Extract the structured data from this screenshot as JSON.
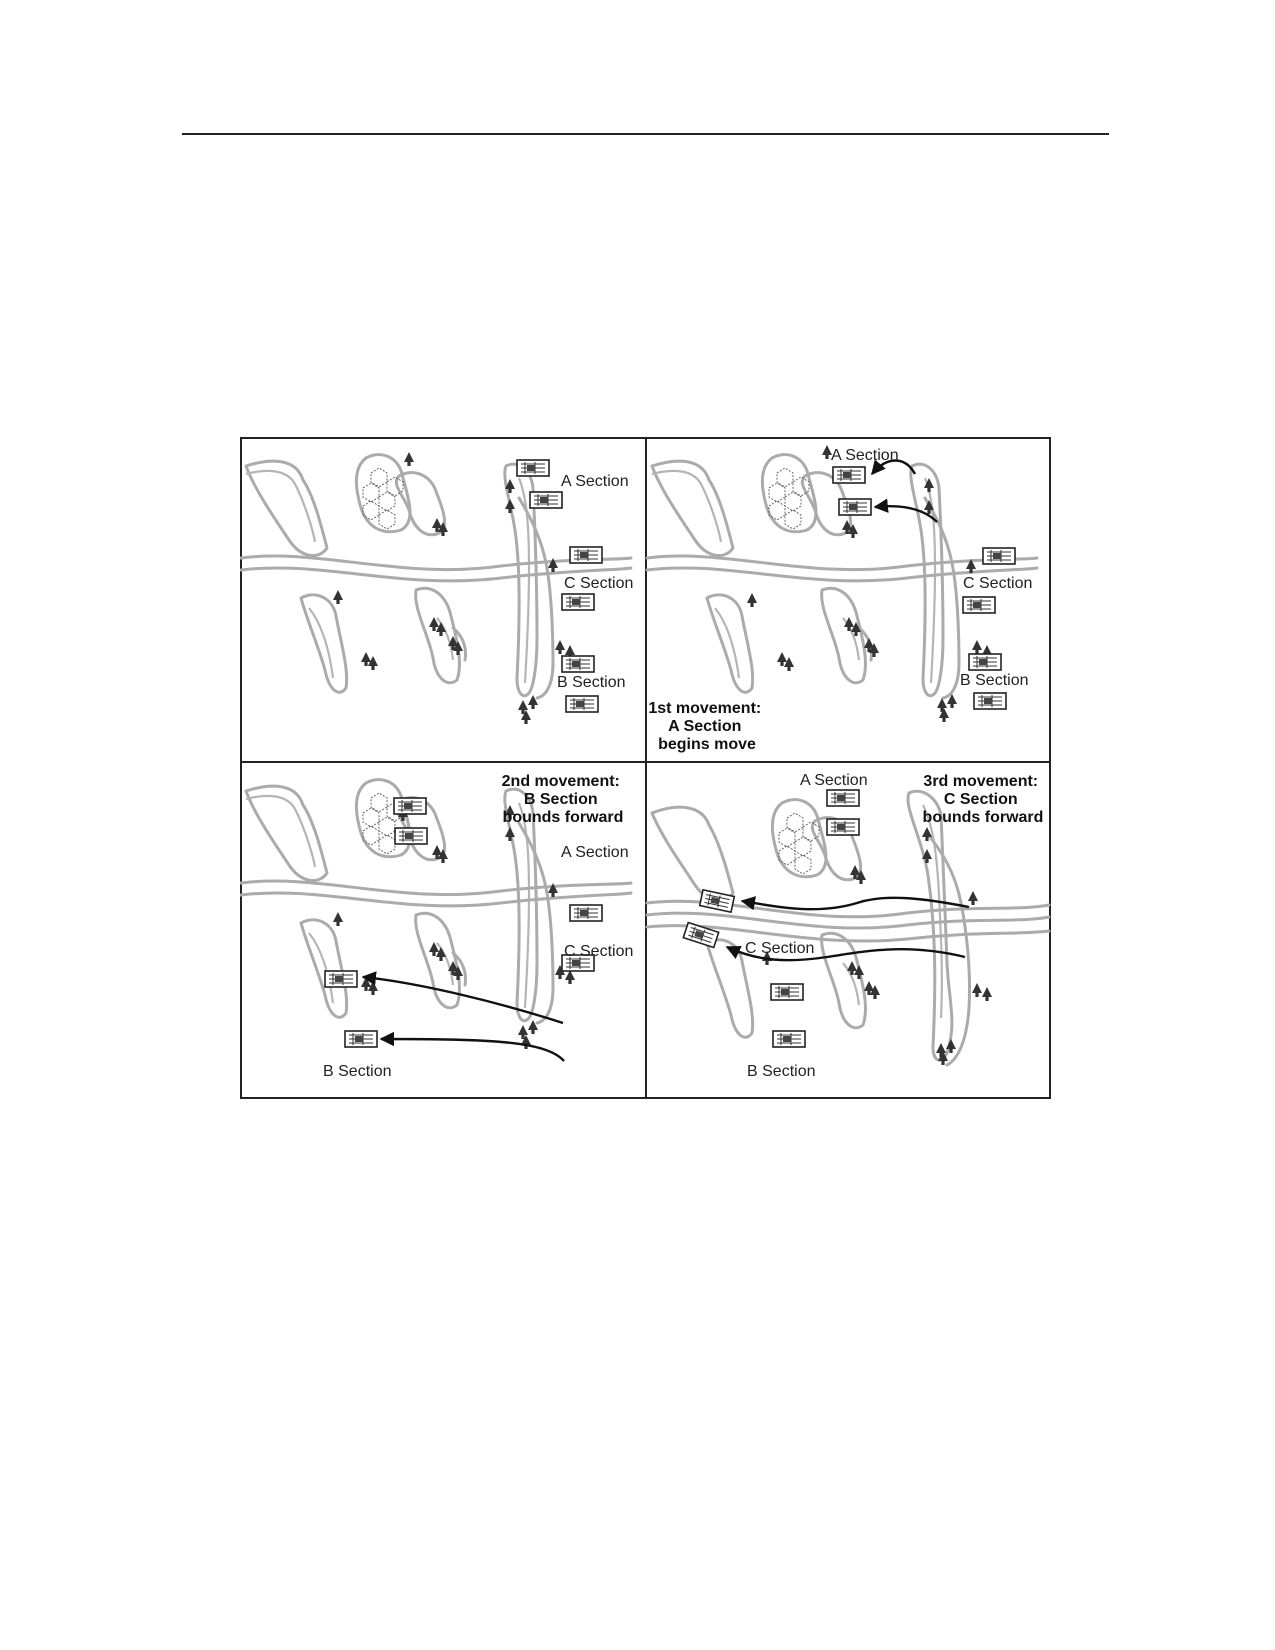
{
  "panels": [
    {
      "id": "p1",
      "labels": {
        "a": "A Section",
        "c": "C Section",
        "b": "B Section"
      },
      "caption": []
    },
    {
      "id": "p2",
      "labels": {
        "a": "A Section",
        "c": "C Section",
        "b": "B Section"
      },
      "caption": [
        "1st movement:",
        "A Section",
        "begins move"
      ]
    },
    {
      "id": "p3",
      "labels": {
        "a": "A Section",
        "c": "C Section",
        "b": "B Section"
      },
      "caption": [
        "2nd movement:",
        "B Section",
        "bounds forward"
      ]
    },
    {
      "id": "p4",
      "labels": {
        "a": "A Section",
        "c": "C Section",
        "b": "B Section"
      },
      "caption": [
        "3rd movement:",
        "C Section",
        "bounds forward"
      ]
    }
  ],
  "icons": {
    "vehicle": "vehicle-icon",
    "tree": "tree-icon",
    "arrow": "movement-arrow",
    "hex_area": "built-up-area"
  },
  "colors": {
    "terrain": "#ababab",
    "ink": "#111111",
    "frame": "#222222"
  }
}
